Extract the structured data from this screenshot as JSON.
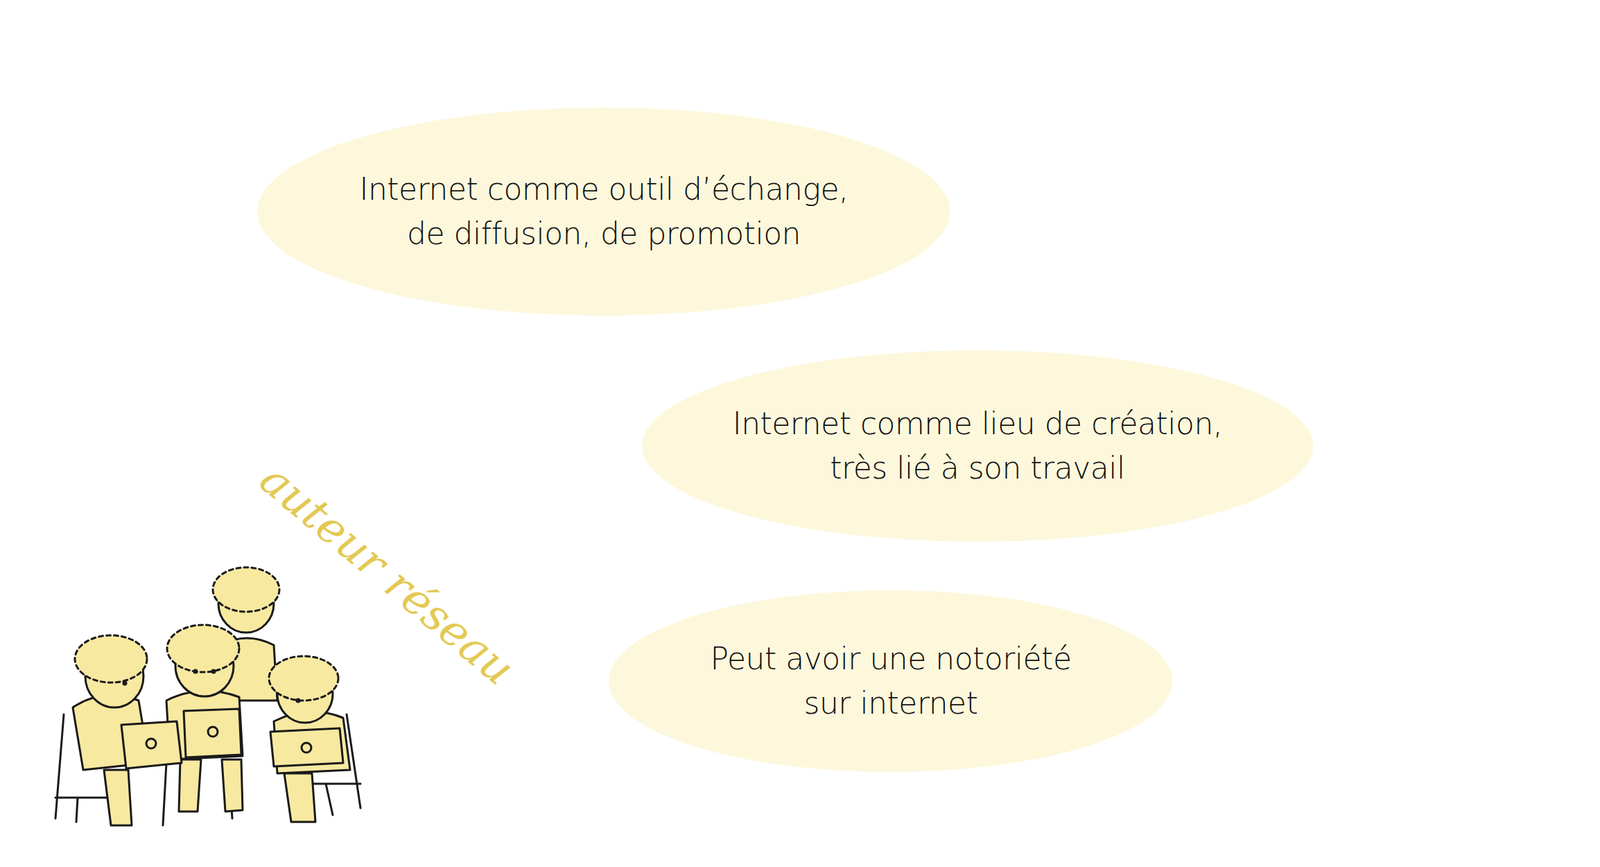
{
  "diagram": {
    "nodes": [
      {
        "text": [
          "Internet comme outil d’échange, de diffusion, de promotion"
        ]
      },
      {
        "text": [
          "Internet comme lieu de création, très lié à son travail"
        ]
      },
      {
        "text": [
          "Peut avoir une notoriété sur internet"
        ]
      }
    ],
    "labels": [
      "auteur réseau"
    ]
  }
}
